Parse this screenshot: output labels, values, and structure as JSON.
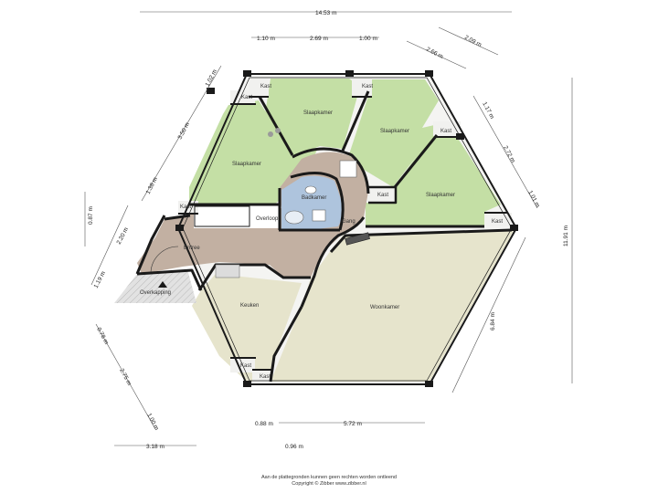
{
  "rooms": {
    "slaapkamer_1": "Slaapkamer",
    "slaapkamer_2": "Slaapkamer",
    "slaapkamer_3": "Slaapkamer",
    "slaapkamer_4": "Slaapkamer",
    "badkamer": "Badkamer",
    "overloop": "Overloop",
    "gang": "Gang",
    "entree": "Entree",
    "overkapping": "Overkapping",
    "keuken": "Keuken",
    "woonkamer": "Woonkamer",
    "kast_1": "Kast",
    "kast_2": "Kast",
    "kast_3": "Kast",
    "kast_4": "Kast",
    "kast_5": "Kast",
    "kast_6": "Kast",
    "kast_7": "Kast",
    "kast_8": "Kast",
    "kast_9": "Kast"
  },
  "dimensions": {
    "total_width": "14.53 m",
    "top_a": "1.10 m",
    "top_b": "2.69 m",
    "top_c": "1.00 m",
    "diag_tr_outer": "2.09 m",
    "diag_tr_inner": "2.66 m",
    "right_a": "1.17 m",
    "right_b": "2.72 m",
    "right_c": "1.01 m",
    "total_height": "11.91 m",
    "right_lower": "6.84 m",
    "left_a": "1.02 m",
    "left_b": "3.50 m",
    "left_c": "1.38 m",
    "left_d": "2.20 m",
    "left_e": "1.19 m",
    "left_outer": "0.87 m",
    "bl_a": "0.78 m",
    "bl_b": "2.75 m",
    "bl_c": "1.00 m",
    "bottom_a": "0.88 m",
    "bottom_b": "5.72 m",
    "bottom_left": "3.18 m",
    "bottom_c": "0.96 m"
  },
  "footer": {
    "line1": "Aan de plattegronden kunnen geen rechten worden ontleend",
    "line2": "Copyright © Zibber www.zibber.nl"
  },
  "colors": {
    "bedroom": "#c4dfa5",
    "living": "#e6e4cc",
    "hall": "#c2b0a2",
    "bathroom": "#aec4dd",
    "kast": "#f1f1ef",
    "wall": "#1a1a1a"
  }
}
